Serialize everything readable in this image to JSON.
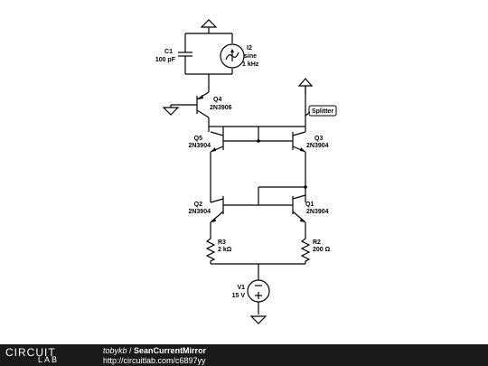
{
  "components": {
    "c1": {
      "name": "C1",
      "value": "100 pF"
    },
    "i2": {
      "name": "I2",
      "type": "sine",
      "freq": "1 kHz"
    },
    "q4": {
      "name": "Q4",
      "part": "2N3906"
    },
    "q5": {
      "name": "Q5",
      "part": "2N3904"
    },
    "q3": {
      "name": "Q3",
      "part": "2N3904"
    },
    "q2": {
      "name": "Q2",
      "part": "2N3904"
    },
    "q1": {
      "name": "Q1",
      "part": "2N3904"
    },
    "r3": {
      "name": "R3",
      "value": "2 kΩ"
    },
    "r2": {
      "name": "R2",
      "value": "200 Ω"
    },
    "v1": {
      "name": "V1",
      "value": "15 V"
    }
  },
  "probe": {
    "label": "Splitter"
  },
  "footer": {
    "author": "tobykb",
    "separator": " / ",
    "title": "SeanCurrentMirror",
    "url": "http://circuitlab.com/c6897yy",
    "logo_top": "CIRCUIT",
    "logo_bottom": "LAB"
  },
  "colors": {
    "footer_bg": "#1a1a1a",
    "ink": "#000000"
  }
}
